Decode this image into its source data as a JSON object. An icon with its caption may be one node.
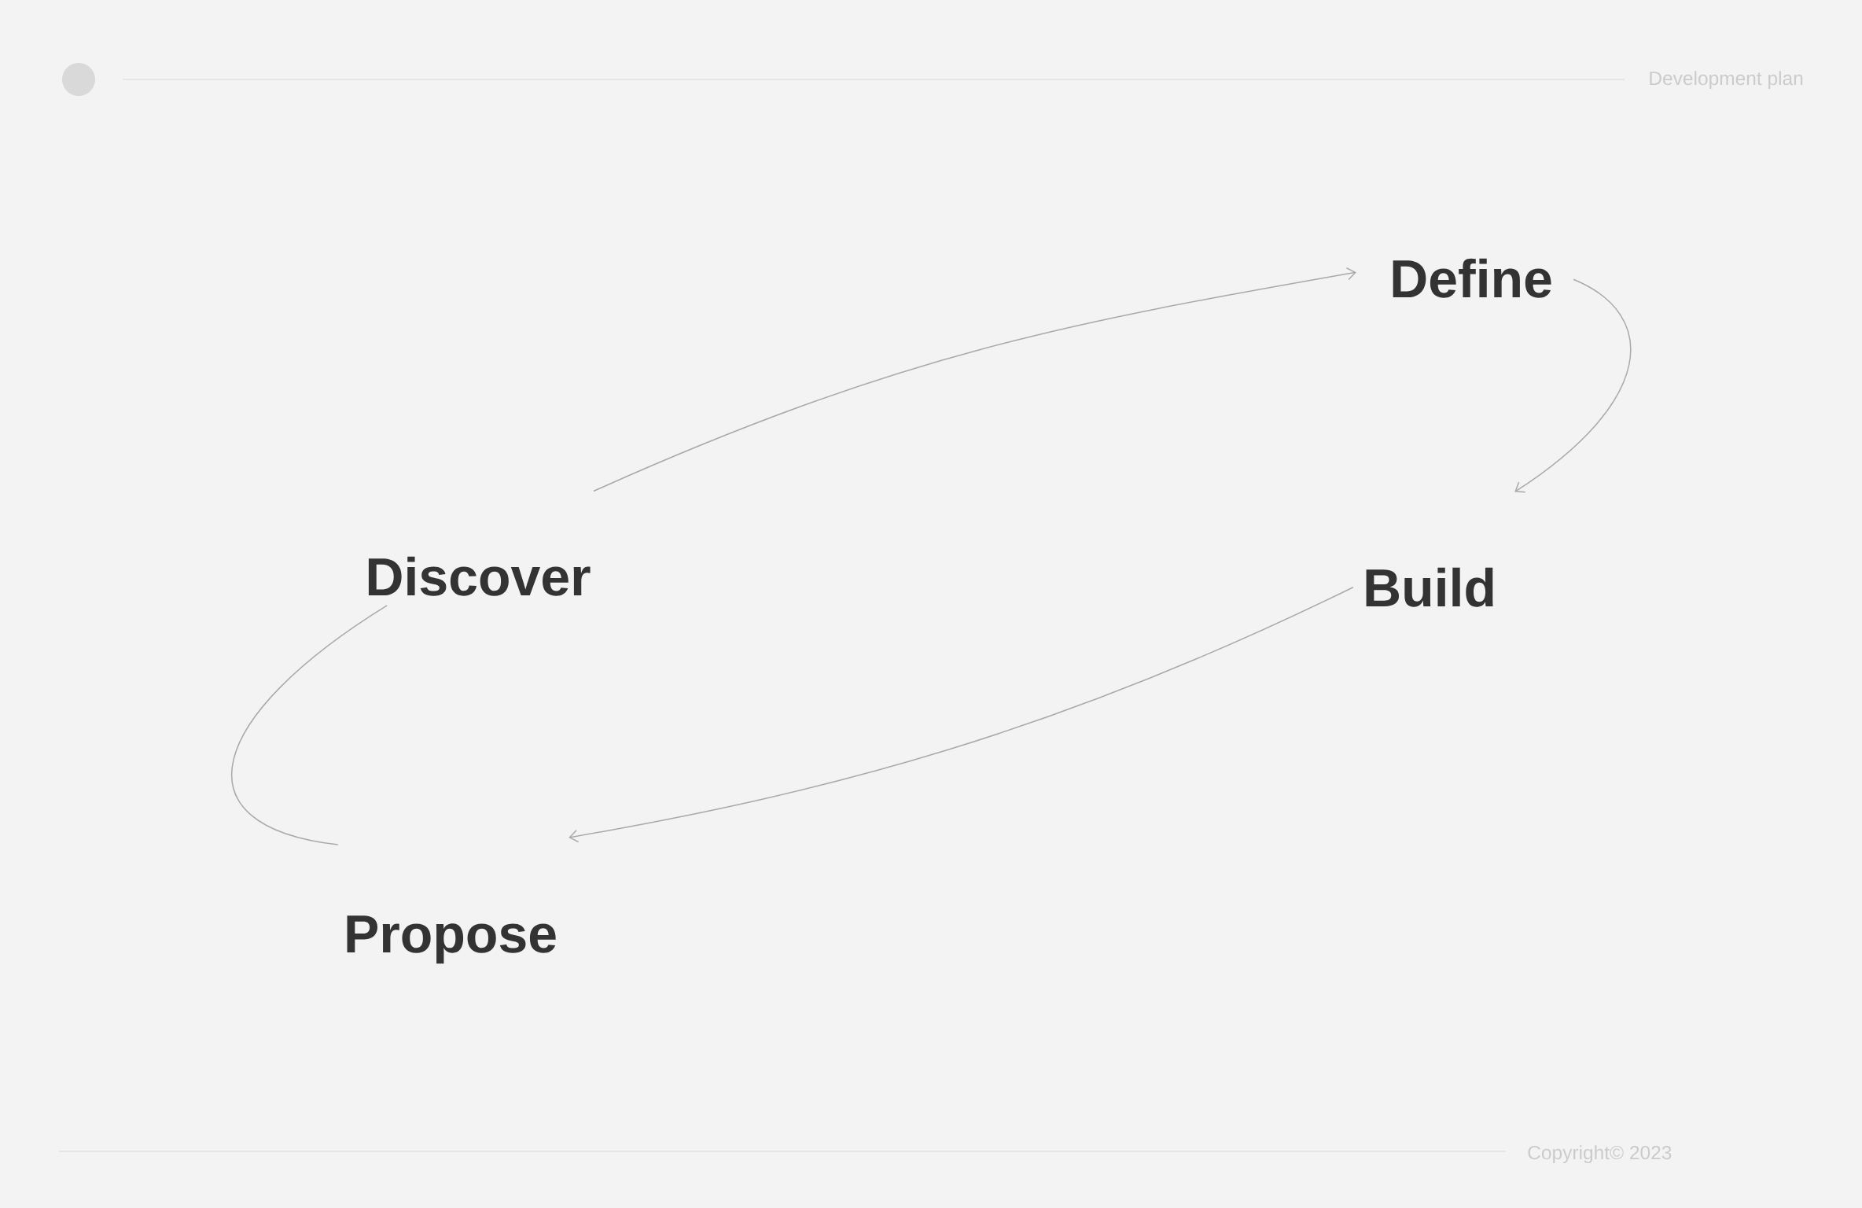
{
  "diagram": {
    "nodes": [
      {
        "text": [
          "Define"
        ]
      },
      {
        "text": [
          "Discover"
        ]
      },
      {
        "text": [
          "Build"
        ]
      },
      {
        "text": [
          "Propose"
        ]
      }
    ],
    "edges": [
      {
        "from": 1,
        "to": 0,
        "arrow": "to"
      },
      {
        "from": 0,
        "to": 2,
        "arrow": "to"
      },
      {
        "from": 2,
        "to": 3,
        "arrow": "to"
      },
      {
        "from": 3,
        "to": 1,
        "arrow": "none"
      }
    ],
    "labels": [
      "Development plan",
      "Copyright© 2023"
    ]
  }
}
